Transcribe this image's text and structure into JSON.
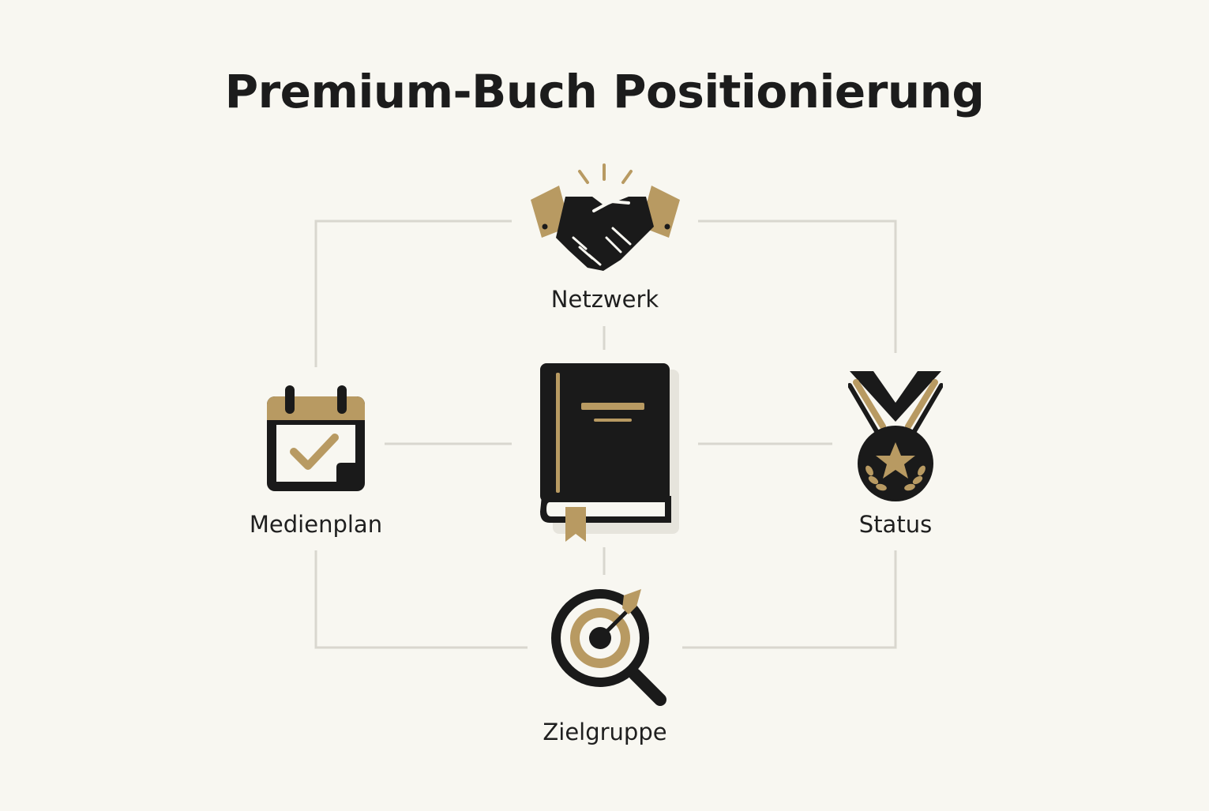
{
  "title": "Premium-Buch Positionierung",
  "nodes": {
    "top": {
      "label": "Netzwerk",
      "icon": "handshake-icon"
    },
    "left": {
      "label": "Medienplan",
      "icon": "calendar-check-icon"
    },
    "center": {
      "label": "",
      "icon": "book-icon"
    },
    "right": {
      "label": "Status",
      "icon": "medal-icon"
    },
    "bottom": {
      "label": "Zielgruppe",
      "icon": "target-search-icon"
    }
  },
  "colors": {
    "background": "#f8f7f1",
    "primary": "#1a1a1a",
    "accent": "#b89a62",
    "connector": "#d9d7cf"
  }
}
